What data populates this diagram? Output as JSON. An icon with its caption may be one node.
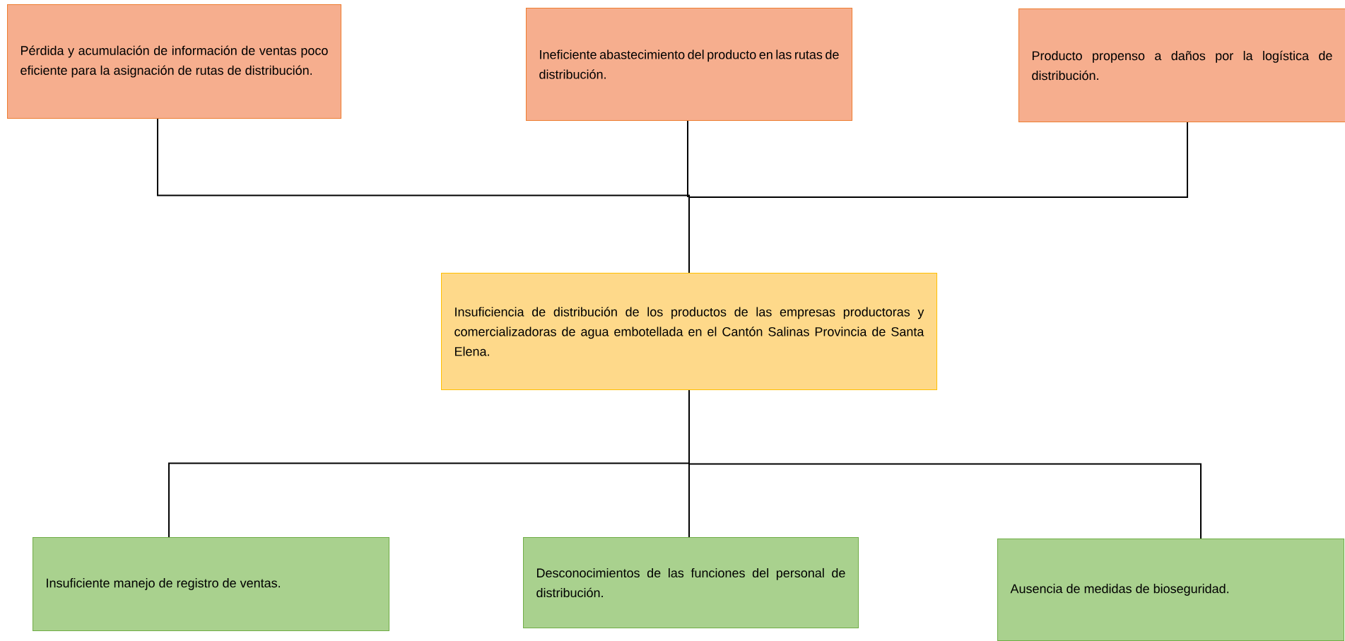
{
  "diagram": {
    "nodes": [
      {
        "text": [
          "Pérdida y acumulación de información de ventas poco eficiente para la asignación de rutas de distribución."
        ]
      },
      {
        "text": [
          "Ineficiente abastecimiento del producto en las rutas de distribución."
        ]
      },
      {
        "text": [
          "Producto propenso a daños por la logística de distribución."
        ]
      },
      {
        "text": [
          "Insuficiencia de distribución de los productos de las empresas productoras y comercializadoras de agua embotellada en el Cantón Salinas Provincia de Santa Elena."
        ]
      },
      {
        "text": [
          "Insuficiente manejo de registro de ventas."
        ]
      },
      {
        "text": [
          "Desconocimientos de las funciones del personal de distribución."
        ]
      },
      {
        "text": [
          "Ausencia de medidas de bioseguridad."
        ]
      }
    ],
    "edges": [
      {
        "from": 0,
        "to": 3,
        "arrow": "none"
      },
      {
        "from": 1,
        "to": 3,
        "arrow": "none"
      },
      {
        "from": 2,
        "to": 3,
        "arrow": "none"
      },
      {
        "from": 3,
        "to": 4,
        "arrow": "none"
      },
      {
        "from": 3,
        "to": 5,
        "arrow": "none"
      },
      {
        "from": 3,
        "to": 6,
        "arrow": "none"
      }
    ]
  }
}
